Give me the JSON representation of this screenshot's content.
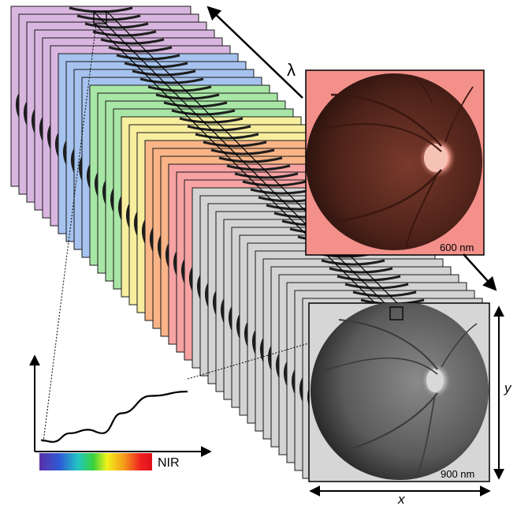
{
  "figure": {
    "lambda_label": "λ",
    "x_label": "x",
    "y_label": "y",
    "nir_label": "NIR",
    "top_image_label": "600 nm",
    "bottom_image_label": "900 nm"
  },
  "slices": {
    "count": 38,
    "band_colors": [
      {
        "name": "violet",
        "hex": "#d9b6e0",
        "count": 6
      },
      {
        "name": "blue",
        "hex": "#a6c3ef",
        "count": 4
      },
      {
        "name": "green",
        "hex": "#a8e6a6",
        "count": 4
      },
      {
        "name": "yellow",
        "hex": "#f7ee9e",
        "count": 3
      },
      {
        "name": "orange",
        "hex": "#f9b487",
        "count": 3
      },
      {
        "name": "red",
        "hex": "#f7a3a3",
        "count": 3
      },
      {
        "name": "gray",
        "hex": "#d3d3d3",
        "count": 15
      }
    ],
    "frame_stroke": "#1a1a1a"
  },
  "colors": {
    "top_panel_bg": "#f3908a",
    "fundus_red": "#5a2b22",
    "bottom_panel_bg": "#d6d6d6",
    "fundus_gray": "#5c5c5c",
    "spectrum_gradient": [
      "#5b2fa8",
      "#2e5bd6",
      "#21c4c4",
      "#3bd23b",
      "#f2f21a",
      "#f59a1a",
      "#f02020",
      "#e0101a"
    ]
  },
  "spectrum_curve": {
    "description_free": true,
    "points": [
      [
        0,
        0.04
      ],
      [
        0.08,
        0.02
      ],
      [
        0.2,
        0.12
      ],
      [
        0.32,
        0.16
      ],
      [
        0.42,
        0.12
      ],
      [
        0.55,
        0.35
      ],
      [
        0.75,
        0.55
      ],
      [
        1.0,
        0.6
      ]
    ]
  }
}
